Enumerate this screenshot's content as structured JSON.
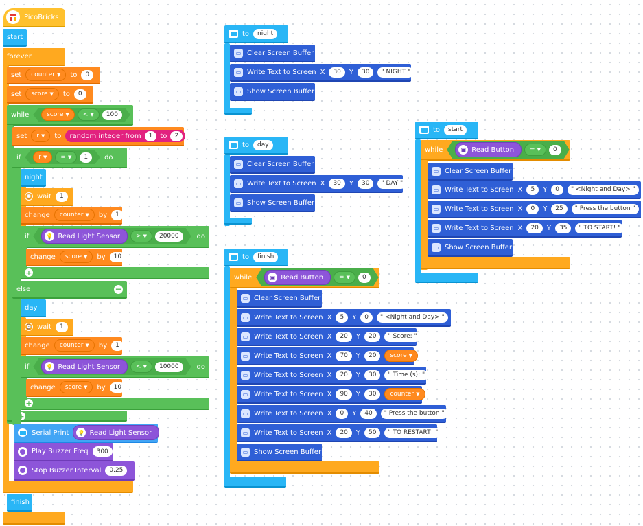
{
  "colors": {
    "event": "#29b6f6",
    "control": "#ffa91f",
    "variable": "#ff8a1f",
    "logic": "#59c059",
    "display": "#2f5fd6",
    "sensor": "#8d55d9",
    "random": "#e2227f"
  },
  "main": {
    "title": "PicoBricks",
    "start": "start",
    "forever": "forever",
    "set": "set",
    "to": "to",
    "counter": "counter",
    "score": "score",
    "zero": "0",
    "while": "while",
    "lt": "<",
    "hundred": "100",
    "r": "r",
    "random": "random integer from",
    "one": "1",
    "two": "2",
    "if": "if",
    "eq": "=",
    "do": "do",
    "night": "night",
    "wait": "wait",
    "change": "change",
    "by": "by",
    "read_light": "Read Light Sensor",
    "gt": ">",
    "v20000": "20000",
    "ten": "10",
    "else": "else",
    "day": "day",
    "v10000": "10000",
    "serial": "Serial Print",
    "buzzer": "Play Buzzer Freq",
    "v300": "300",
    "stop_buzzer": "Stop Buzzer Interval",
    "v025": "0.25",
    "finish": "finish"
  },
  "func_night": {
    "to": "to",
    "name": "night",
    "clear": "Clear Screen Buffer",
    "write": "Write Text to Screen",
    "x_label": "X",
    "x": "30",
    "y_label": "Y",
    "y": "30",
    "text": "\" NIGHT \"",
    "show": "Show Screen Buffer"
  },
  "func_day": {
    "to": "to",
    "name": "day",
    "clear": "Clear Screen Buffer",
    "write": "Write Text to Screen",
    "x_label": "X",
    "x": "30",
    "y_label": "Y",
    "y": "30",
    "text": "\" DAY \"",
    "show": "Show Screen Buffer"
  },
  "func_start": {
    "to": "to",
    "name": "start",
    "while": "while",
    "read_button": "Read Button",
    "eq": "=",
    "zero": "0",
    "clear": "Clear Screen Buffer",
    "write": "Write Text to Screen",
    "x_label": "X",
    "y_label": "Y",
    "rows": [
      {
        "x": "5",
        "y": "0",
        "text": "\" <Night and Day> \""
      },
      {
        "x": "0",
        "y": "25",
        "text": "\" Press the button \""
      },
      {
        "x": "20",
        "y": "35",
        "text": "\" TO START! \""
      }
    ],
    "show": "Show Screen Buffer"
  },
  "func_finish": {
    "to": "to",
    "name": "finish",
    "while": "while",
    "read_button": "Read Button",
    "eq": "=",
    "zero": "0",
    "clear": "Clear Screen Buffer",
    "write": "Write Text to Screen",
    "x_label": "X",
    "y_label": "Y",
    "rows": [
      {
        "x": "5",
        "y": "0",
        "text": "\" <Night and Day> \""
      },
      {
        "x": "20",
        "y": "20",
        "text": "\" Score: \""
      },
      {
        "x": "70",
        "y": "20",
        "text": "score"
      },
      {
        "x": "20",
        "y": "30",
        "text": "\" Time (s): \""
      },
      {
        "x": "90",
        "y": "30",
        "text": "counter"
      },
      {
        "x": "0",
        "y": "40",
        "text": "\" Press the button \""
      },
      {
        "x": "20",
        "y": "50",
        "text": "\" TO RESTART! \""
      }
    ],
    "show": "Show Screen Buffer"
  }
}
